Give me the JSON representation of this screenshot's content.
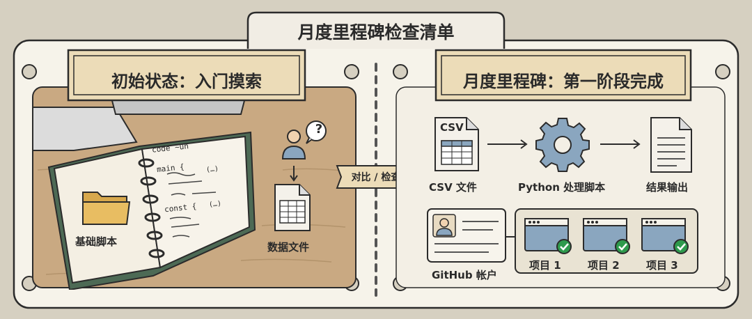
{
  "title": "月度里程碑检查清单",
  "left": {
    "header": "初始状态：入门摸索",
    "notebook": {
      "folder_label": "基础脚本",
      "code_lines": [
        "code ~un",
        "main {",
        "const {"
      ],
      "code_snippets": [
        "(…)",
        "(…)"
      ]
    },
    "question_mark": "?",
    "data_file_label": "数据文件"
  },
  "center": {
    "compare_label": "对比 / 检查"
  },
  "right": {
    "header": "月度里程碑：第一阶段完成",
    "flow": {
      "csv_badge": "CSV",
      "csv_label": "CSV 文件",
      "script_label": "Python 处理脚本",
      "output_label": "结果输出"
    },
    "github_label": "GitHub 帐户",
    "projects": [
      {
        "label": "项目 1"
      },
      {
        "label": "项目 2"
      },
      {
        "label": "项目 3"
      }
    ]
  },
  "colors": {
    "background": "#d6d0c1",
    "card": "#f6f3ea",
    "banner": "#ecdcb8",
    "desk": "#c9a982",
    "blue": "#8aa6bf",
    "green": "#2e9a4c",
    "outline": "#2b2b2b"
  }
}
